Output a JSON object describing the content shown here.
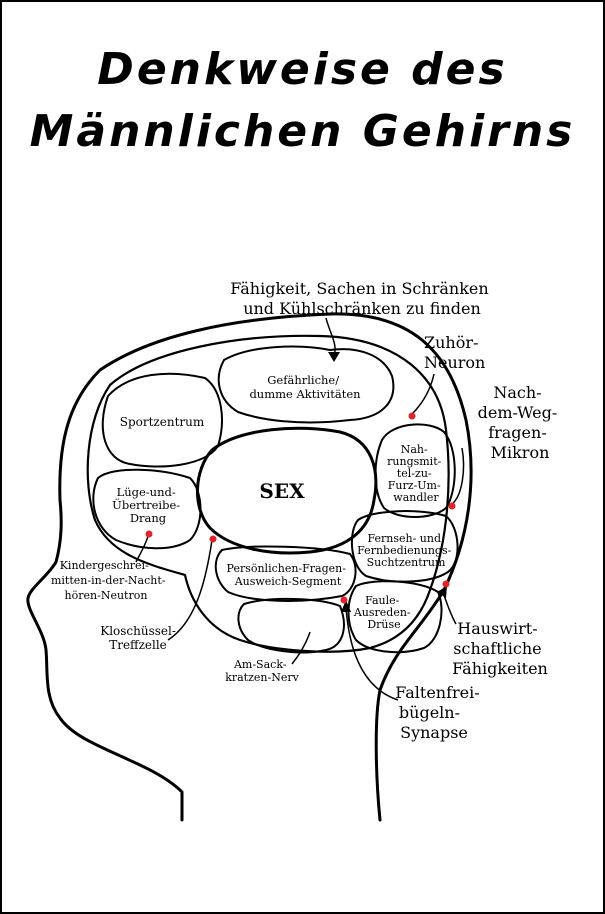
{
  "title": {
    "line1": "Denkweise des",
    "line2": "Männlichen Gehirns"
  },
  "colors": {
    "ink": "#000000",
    "paper": "#ffffff",
    "dot": "#e0242b"
  },
  "regions": {
    "sport": [
      "Sportzentrum"
    ],
    "gefahr": [
      "Gefährliche/",
      "dumme Aktivitäten"
    ],
    "sex": [
      "SEX"
    ],
    "luege": [
      "Lüge-und-",
      "Übertreibe-",
      "Drang"
    ],
    "nahrung": [
      "Nah-",
      "rungsmit-",
      "tel-zu-",
      "Furz-Um-",
      "wandler"
    ],
    "fernseh": [
      "Fernseh- und",
      "Fernbedienungs-",
      "Suchtzentrum"
    ],
    "persoenlich": [
      "Persönlichen-Fragen-",
      "Ausweich-Segment"
    ],
    "faule": [
      "Faule-",
      "Ausreden-",
      "Drüse"
    ]
  },
  "callouts": {
    "faehigkeit": [
      "Fähigkeit, Sachen in Schränken",
      "und Kühlschränken zu finden"
    ],
    "zuhoer": [
      "Zuhör-",
      "Neuron"
    ],
    "nachdem": [
      "Nach-",
      "dem-Weg-",
      "fragen-",
      "Mikron"
    ],
    "kinder": [
      "Kindergeschrei-",
      "mitten-in-der-Nacht-",
      "hören-Neutron"
    ],
    "klo": [
      "Kloschüssel-",
      "Treffzelle"
    ],
    "amsack": [
      "Am-Sack-",
      "kratzen-Nerv"
    ],
    "hauswirt": [
      "Hauswirt-",
      "schaftliche",
      "Fähigkeiten"
    ],
    "faltenfrei": [
      "Faltenfrei-",
      "bügeln-",
      "Synapse"
    ]
  }
}
